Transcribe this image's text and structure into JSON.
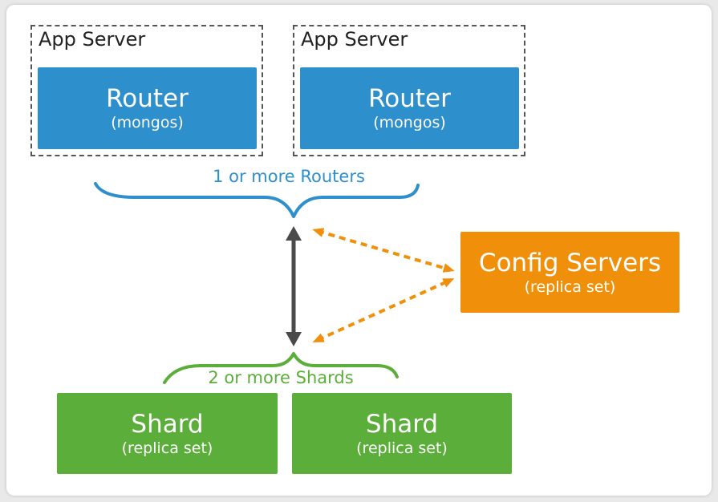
{
  "app_servers": [
    {
      "label": "App Server",
      "router": {
        "title": "Router",
        "subtitle": "(mongos)"
      }
    },
    {
      "label": "App Server",
      "router": {
        "title": "Router",
        "subtitle": "(mongos)"
      }
    }
  ],
  "routers_caption": "1 or more Routers",
  "config_servers": {
    "title": "Config Servers",
    "subtitle": "(replica set)"
  },
  "shards_caption": "2 or more Shards",
  "shards": [
    {
      "title": "Shard",
      "subtitle": "(replica set)"
    },
    {
      "title": "Shard",
      "subtitle": "(replica set)"
    }
  ],
  "colors": {
    "router": "#2d8fcb",
    "config": "#f0900a",
    "shard": "#5aae39",
    "arrow": "#4a4a4a",
    "dashed_arrow": "#f0900a"
  }
}
